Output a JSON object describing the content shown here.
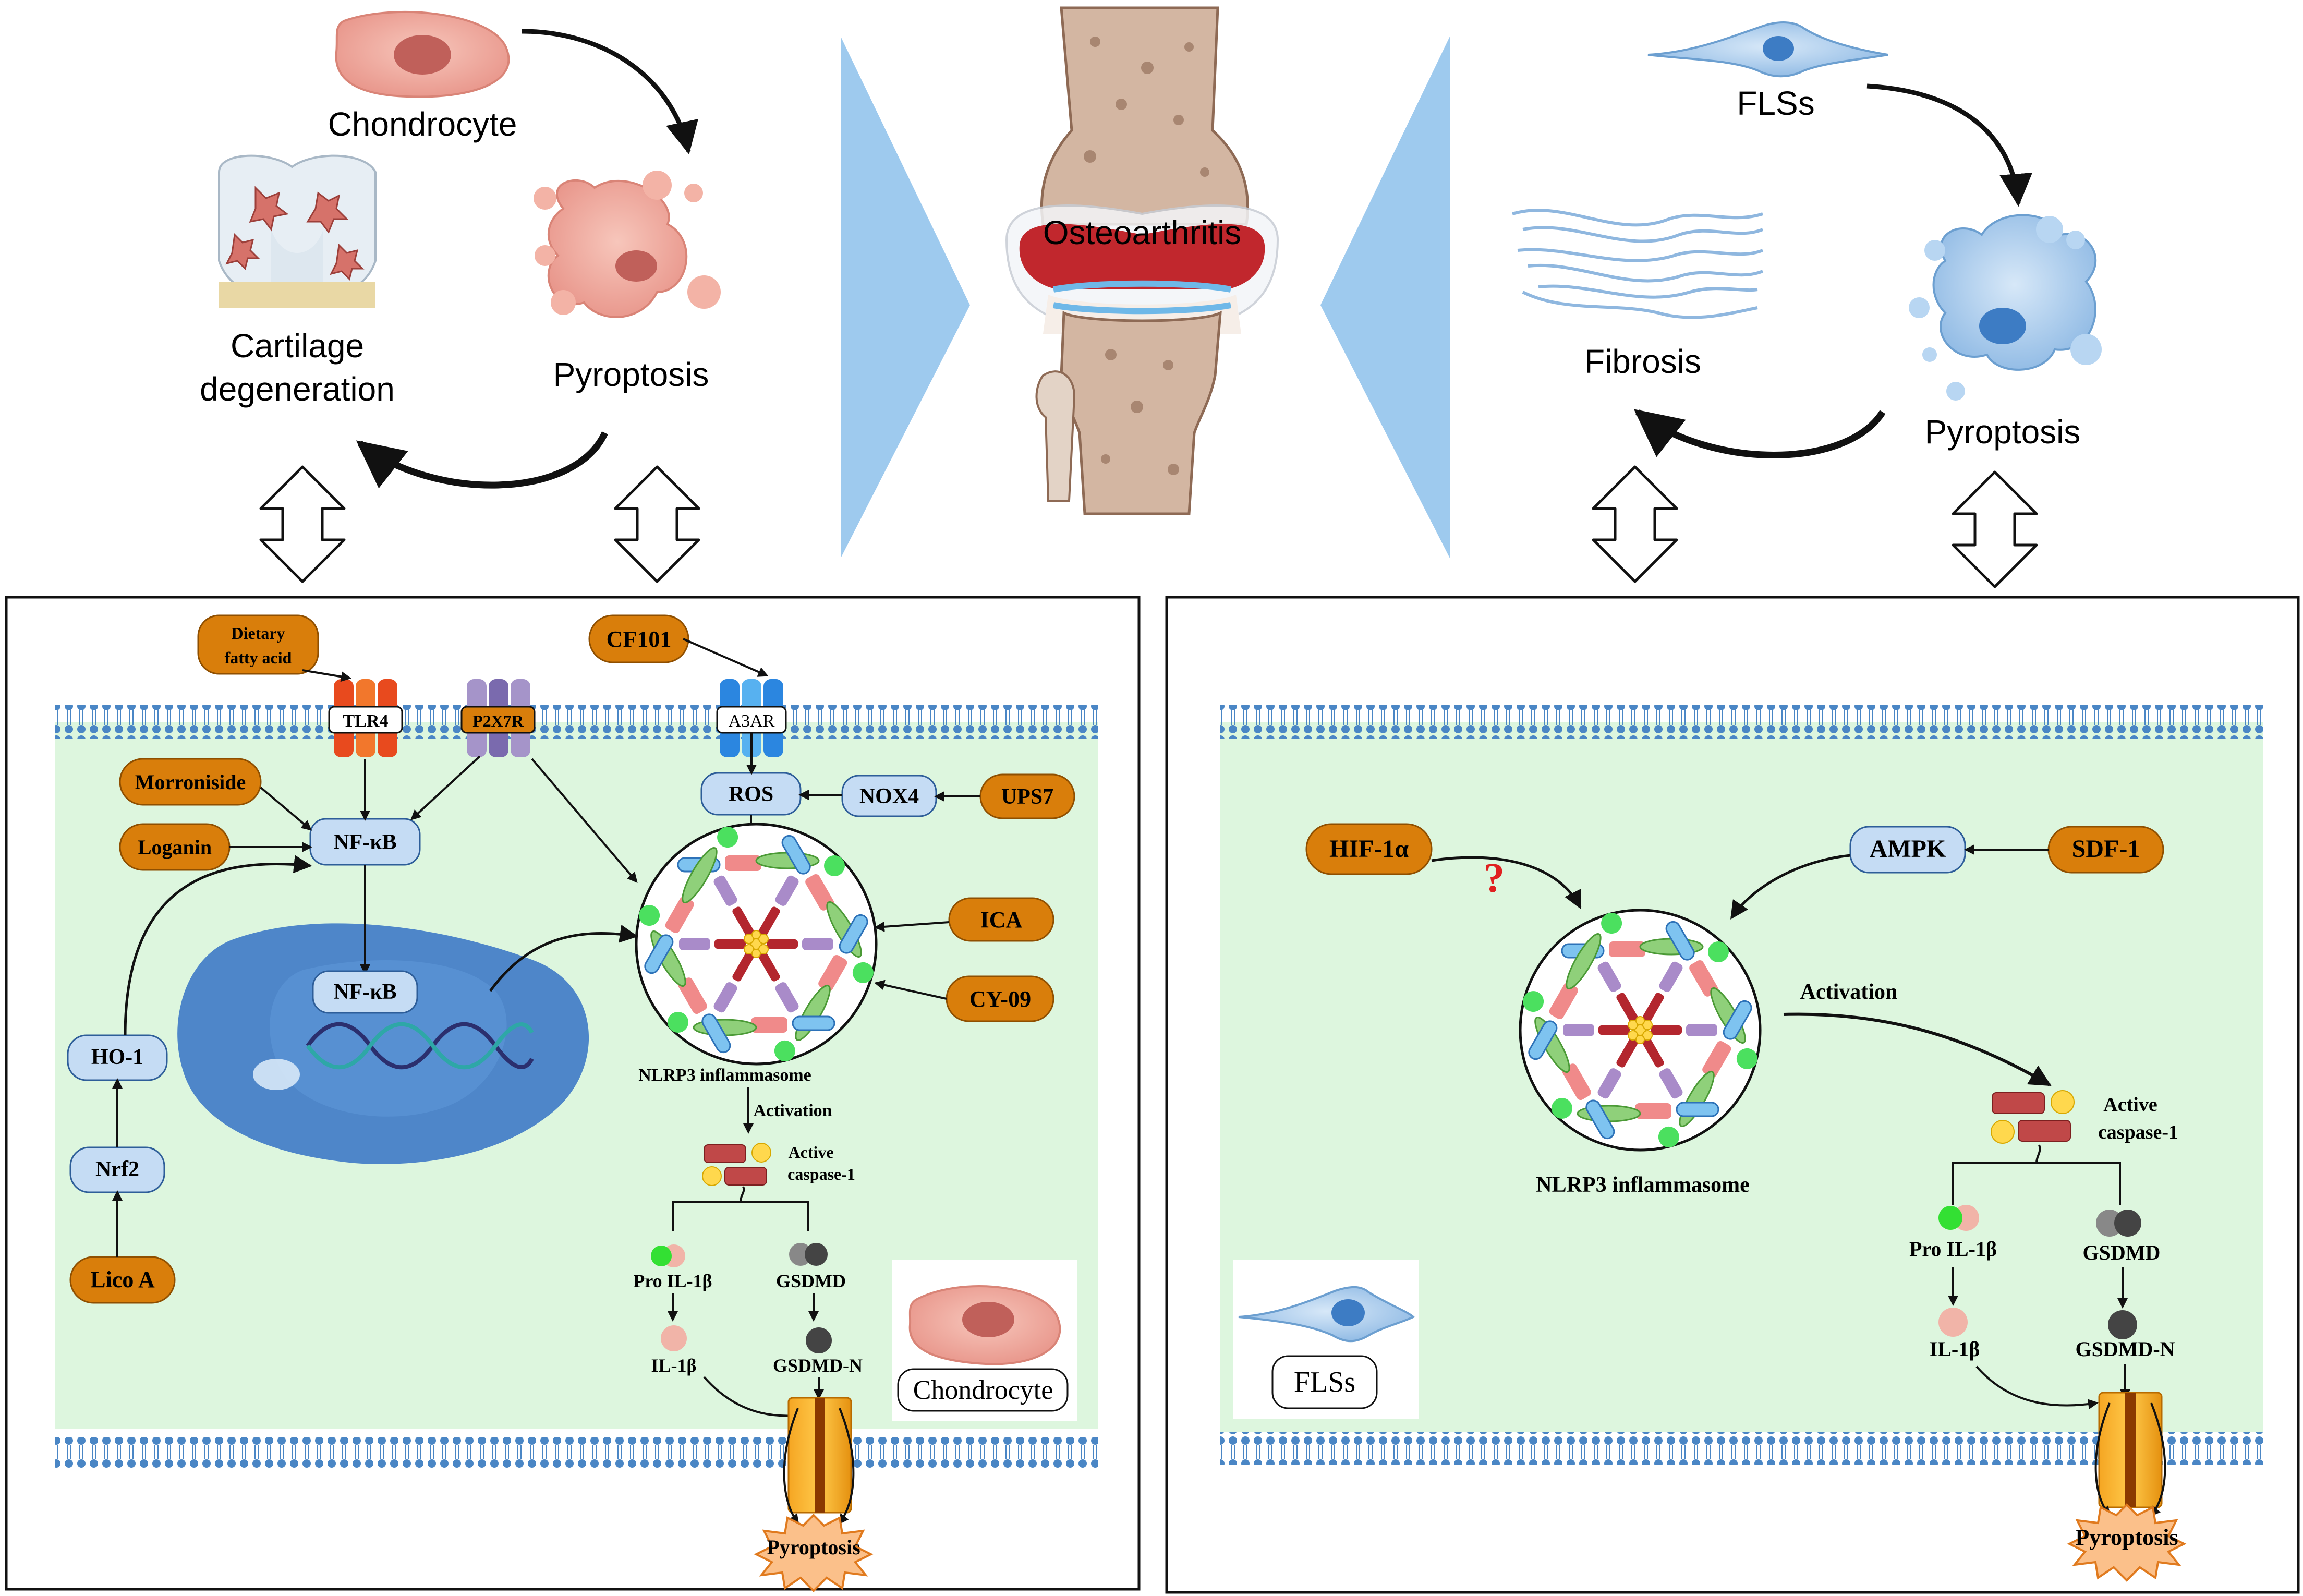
{
  "top": {
    "center_label": "Osteoarthritis",
    "left": {
      "chondrocyte": "Chondrocyte",
      "pyroptosis": "Pyroptosis",
      "cartilage_line1": "Cartilage",
      "cartilage_line2": "degeneration"
    },
    "right": {
      "fls": "FLSs",
      "pyroptosis": "Pyroptosis",
      "fibrosis": "Fibrosis"
    }
  },
  "left_panel": {
    "inhibitors": {
      "dietary_line1": "Dietary",
      "dietary_line2": "fatty acid",
      "cf101": "CF101",
      "morroniside": "Morroniside",
      "loganin": "Loganin",
      "ups7": "UPS7",
      "ica": "ICA",
      "cy09": "CY-09",
      "lico_a": "Lico A"
    },
    "receptors": {
      "tlr4": "TLR4",
      "p2x7r": "P2X7R",
      "a3ar": "A3AR"
    },
    "nodes": {
      "ros": "ROS",
      "nox4": "NOX4",
      "nfkb_cyto": "NF-κB",
      "nfkb_nuc": "NF-κB",
      "ho1": "HO-1",
      "nrf2": "Nrf2"
    },
    "nlrp3": "NLRP3 inflammasome",
    "activation": "Activation",
    "caspase_line1": "Active",
    "caspase_line2": "caspase-1",
    "pro_il1b": "Pro IL-1β",
    "il1b": "IL-1β",
    "gsdmd": "GSDMD",
    "gsdmd_n": "GSDMD-N",
    "pyroptosis": "Pyroptosis",
    "cell_label": "Chondrocyte"
  },
  "right_panel": {
    "hif": "HIF-1α",
    "question": "?",
    "ampk": "AMPK",
    "sdf1": "SDF-1",
    "nlrp3": "NLRP3 inflammasome",
    "activation": "Activation",
    "caspase_line1": "Active",
    "caspase_line2": "caspase-1",
    "pro_il1b": "Pro IL-1β",
    "il1b": "IL-1β",
    "gsdmd": "GSDMD",
    "gsdmd_n": "GSDMD-N",
    "pyroptosis": "Pyroptosis",
    "cell_label": "FLSs"
  },
  "colors": {
    "orange": "#D97E0B",
    "node_blue": "#C5DCF4",
    "cell_green": "#DDF6DE",
    "membrane": "#4A86C5",
    "nucleus": "#4E86C9",
    "triangle": "#9ECAEE",
    "chondro_pink": "#F1A99A",
    "fls_blue": "#A9CDEF"
  }
}
